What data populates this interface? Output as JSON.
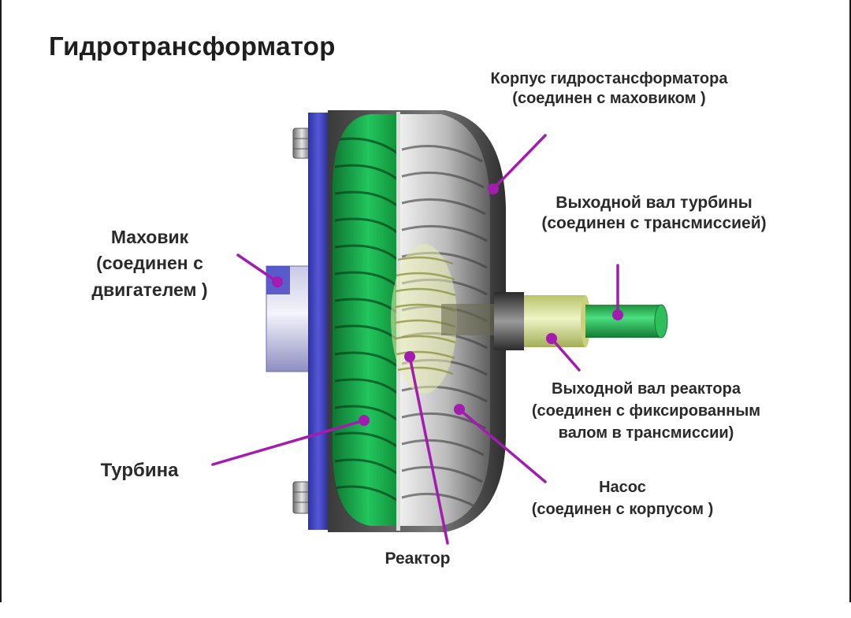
{
  "title": "Гидротрансформатор",
  "labels": {
    "housing_line1": "Корпус гидростансформатора",
    "housing_line2": "(соединен с маховиком )",
    "output_line1": "Выходной вал турбины",
    "output_line2": "(соединен с трансмиссией)",
    "flywheel_line1": "Маховик",
    "flywheel_line2": "(соединен с",
    "flywheel_line3": "двигателем )",
    "reactor_shaft_line1": "Выходной вал реактора",
    "reactor_shaft_line2": "(соединен с фиксированным",
    "reactor_shaft_line3": "валом в трансмиссии)",
    "turbine": "Турбина",
    "pump_line1": "Насос",
    "pump_line2": "(соединен с корпусом )",
    "reactor": "Реактор"
  },
  "colors": {
    "pointer": "#a21caf",
    "turbine_green": "#16a34a",
    "flywheel_blue": "#3b3fb8",
    "housing_gray": "#6b6b6b",
    "shaft_green": "#22a34a",
    "reactor_shaft": "#d7e29a"
  }
}
